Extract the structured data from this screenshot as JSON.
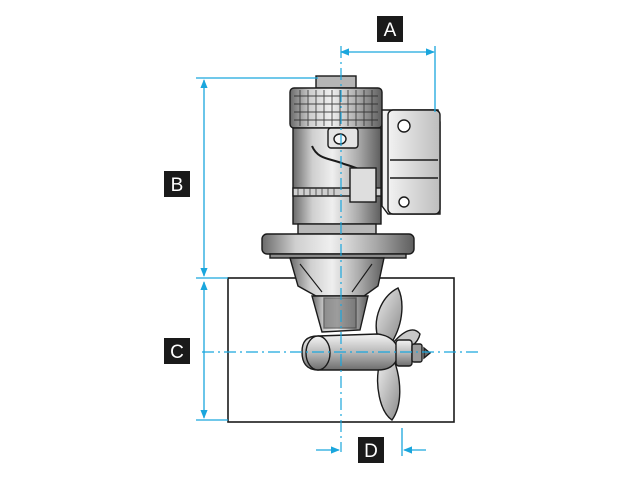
{
  "dimension_labels": {
    "a": "A",
    "b": "B",
    "c": "C",
    "d": "D"
  },
  "colors": {
    "dimension_line": "#1aa6dd",
    "label_box": "#1a1a1a",
    "label_text": "#ffffff",
    "outline": "#1a1a1a",
    "metal_light": "#d4d4d4",
    "metal_mid": "#9a9a9a",
    "metal_dark": "#5a5a5a"
  },
  "icons": [
    "bow-thruster-drawing",
    "dimension-arrow"
  ]
}
